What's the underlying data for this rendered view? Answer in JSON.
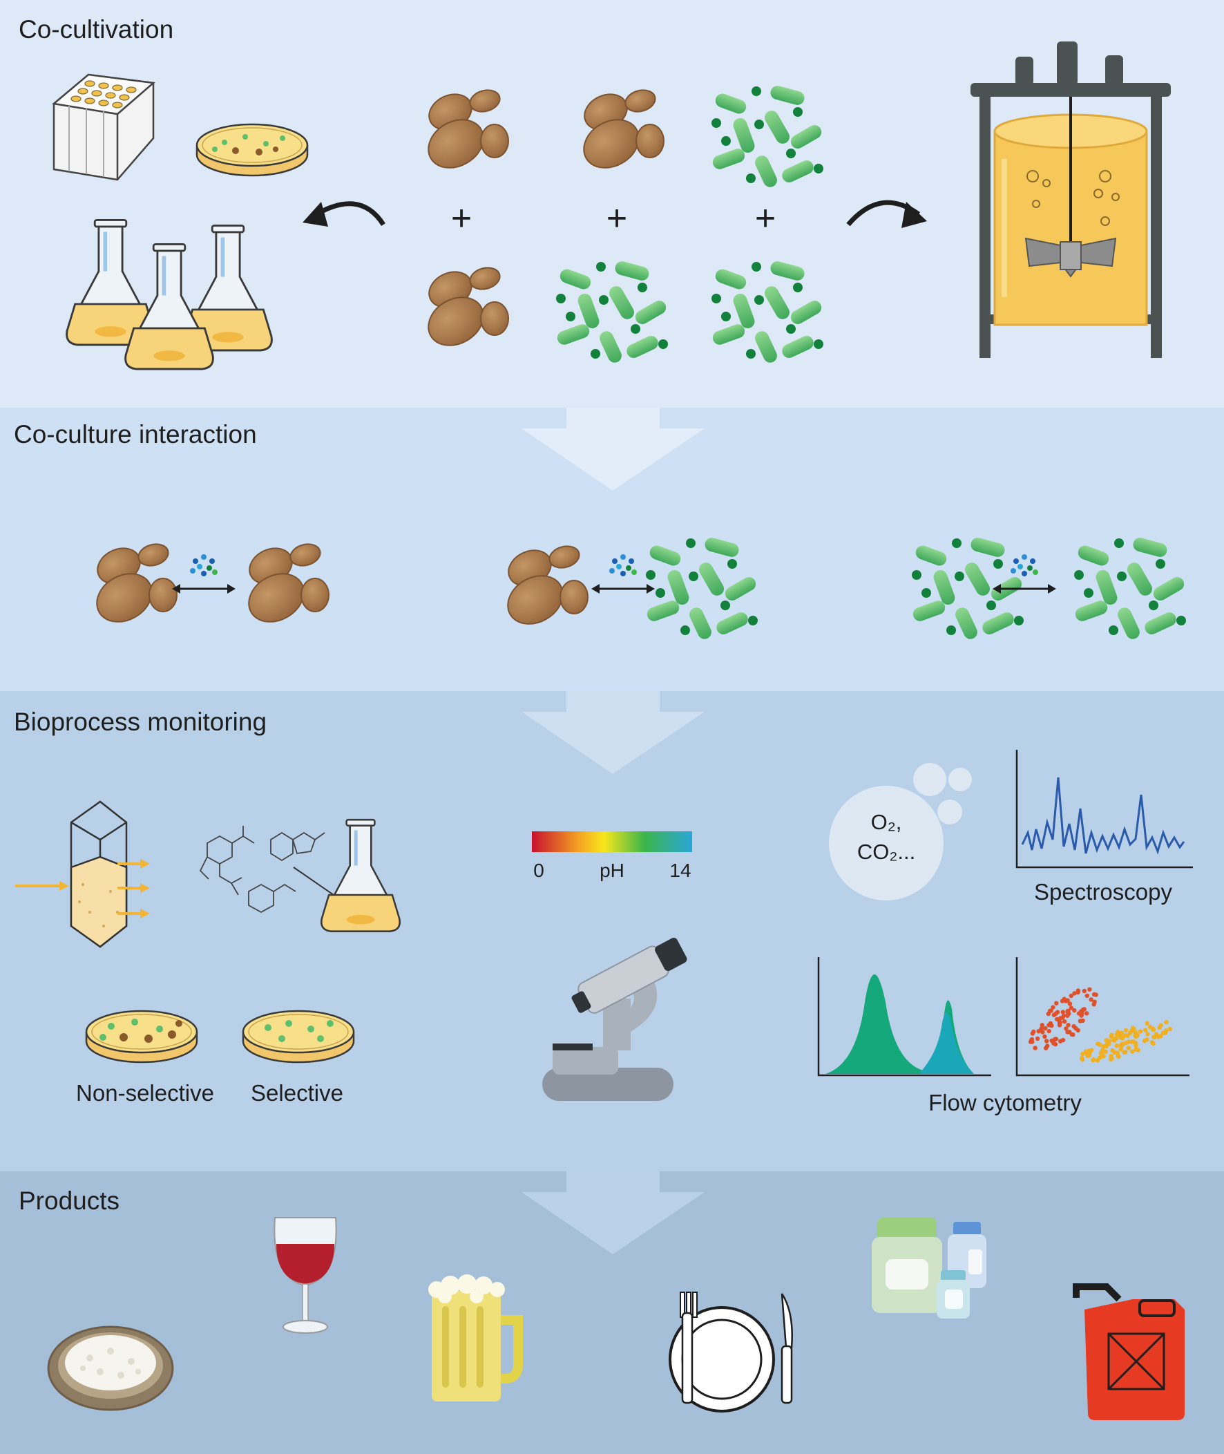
{
  "colors": {
    "band_cultivation": "#dde9f7",
    "band_interaction": "#cde0f4",
    "band_monitoring": "#b8d1e9",
    "band_products": "#a6bfd9",
    "yeast": "#a9794a",
    "bacteria": "#5fbf6b",
    "dot": "#12813b",
    "medium": "#f7d37a"
  },
  "sections": {
    "cultivation": {
      "title": "Co-cultivation"
    },
    "interaction": {
      "title": "Co-culture interaction"
    },
    "monitoring": {
      "title": "Bioprocess monitoring"
    },
    "products": {
      "title": "Products"
    }
  },
  "combos": [
    "+",
    "+",
    "+"
  ],
  "monitoring": {
    "ph_min": "0",
    "ph_label": "pH",
    "ph_max": "14",
    "gas_line1": "O₂,",
    "gas_line2": "CO₂...",
    "spectroscopy": "Spectroscopy",
    "flow": "Flow cytometry",
    "plate_nonselective": "Non-selective",
    "plate_selective": "Selective"
  },
  "icons": [
    "well-plate-icon",
    "petri-dish-icon",
    "flask-icon",
    "bioreactor-icon",
    "yeast-icon",
    "bacteria-icon",
    "ph-scale-icon",
    "microscope-icon",
    "cuvette-icon",
    "wine-glass-icon",
    "beer-mug-icon",
    "plate-cutlery-icon",
    "medicine-bottles-icon",
    "fuel-canister-icon",
    "rice-bowl-icon"
  ]
}
